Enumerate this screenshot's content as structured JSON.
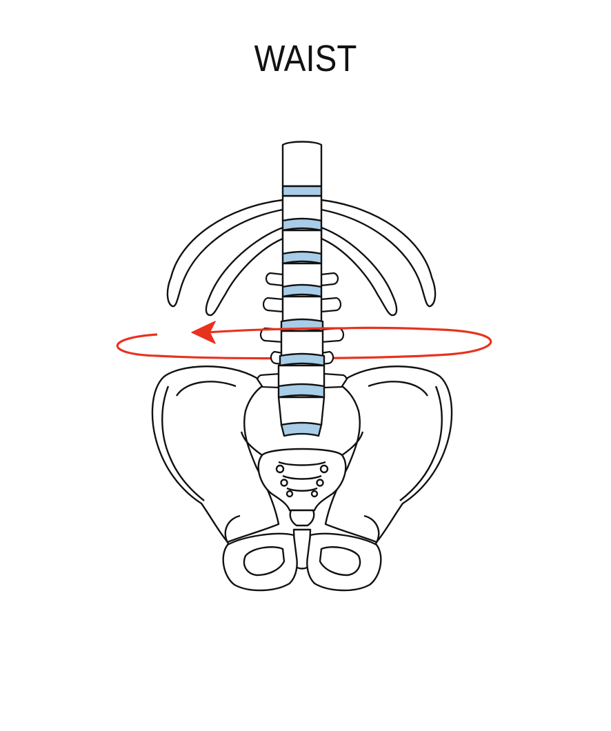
{
  "title": "WAIST",
  "icons": {
    "spine": "lumbar-spine-illustration",
    "pelvis": "pelvis-illustration",
    "ribs": "rib-illustration",
    "marker": "waist-circumference-arrow-icon"
  },
  "colors": {
    "background": "#ffffff",
    "outline": "#111111",
    "disc": "#a8cde8",
    "marker": "#e8321e"
  }
}
